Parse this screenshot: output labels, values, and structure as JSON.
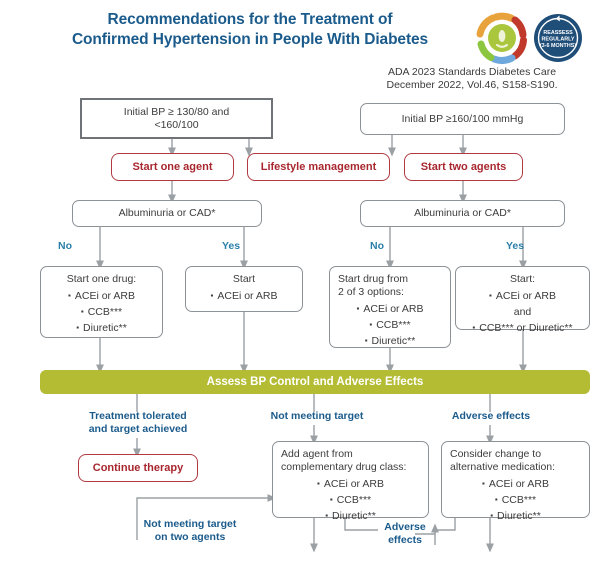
{
  "header": {
    "title_line1": "Recommendations for the Treatment of",
    "title_line2": "Confirmed Hypertension in People With Diabetes",
    "title_color": "#1b5b8c",
    "logo": {
      "name": "reassess-regularly-logo",
      "badge_line1": "REASSESS",
      "badge_line2": "REGULARLY",
      "badge_line3": "(3-6 MONTHS)"
    },
    "citation_line1": "ADA 2023 Standards Diabetes Care",
    "citation_line2": "December 2022, Vol.46, S158-S190."
  },
  "colors": {
    "accent_blue": "#2b7fa8",
    "title_blue": "#1b5b8c",
    "red": "#a8272f",
    "green_bar": "#b4bc34",
    "gray_border": "#8d9296",
    "gray_thick": "#6f7377",
    "text": "#3c3c3c"
  },
  "nodes": {
    "initial_bp_moderate": {
      "line1": "Initial BP ≥ 130/80 and",
      "line2": "<160/100"
    },
    "initial_bp_high": {
      "text": "Initial BP ≥160/100 mmHg"
    },
    "start_one_agent": {
      "text": "Start one agent"
    },
    "lifestyle_management": {
      "text": "Lifestyle management"
    },
    "start_two_agents": {
      "text": "Start two agents"
    },
    "albuminuria_left": {
      "text": "Albuminuria or CAD*"
    },
    "albuminuria_right": {
      "text": "Albuminuria or CAD*"
    },
    "start_one_drug": {
      "header": "Start one drug:",
      "items": [
        "ACEi or ARB",
        "CCB***",
        "Diuretic**"
      ]
    },
    "start_acei_arb": {
      "header": "Start",
      "items": [
        "ACEi or ARB"
      ]
    },
    "start_two_of_three": {
      "header_line1": "Start drug from",
      "header_line2": "2 of 3 options:",
      "items": [
        "ACEi or ARB",
        "CCB***",
        "Diuretic**"
      ]
    },
    "start_combo": {
      "header": "Start:",
      "item1": "ACEi or ARB",
      "conjunction": "and",
      "item2": "CCB*** or Diuretic**"
    },
    "assess_bar": {
      "text": "Assess BP Control and Adverse Effects"
    },
    "continue_therapy": {
      "text": "Continue therapy"
    },
    "add_agent": {
      "header_line1": "Add agent from",
      "header_line2": "complementary drug class:",
      "items": [
        "ACEi or ARB",
        "CCB***",
        "Diuretic**"
      ]
    },
    "consider_change": {
      "header_line1": "Consider change to",
      "header_line2": "alternative medication:",
      "items": [
        "ACEi or ARB",
        "CCB***",
        "Diuretic**"
      ]
    }
  },
  "edge_labels": {
    "no_left": "No",
    "yes_left": "Yes",
    "no_right": "No",
    "yes_right": "Yes",
    "treatment_tolerated_l1": "Treatment tolerated",
    "treatment_tolerated_l2": "and target achieved",
    "not_meeting_target": "Not meeting target",
    "adverse_effects": "Adverse effects",
    "not_meeting_two_l1": "Not meeting target",
    "not_meeting_two_l2": "on two agents",
    "adverse_effects_b_l1": "Adverse",
    "adverse_effects_b_l2": "effects"
  }
}
